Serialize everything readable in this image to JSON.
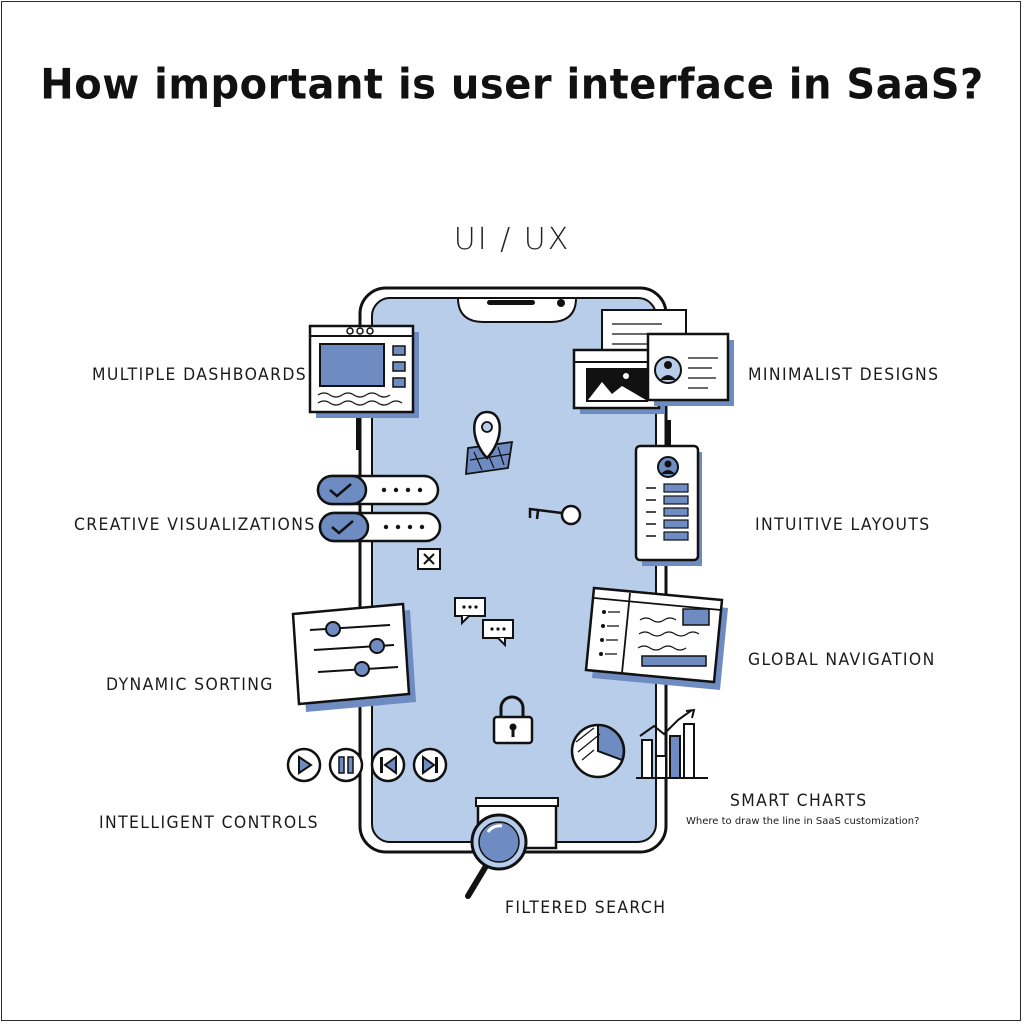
{
  "title": "How important is user interface in SaaS?",
  "subtitle": "UI / UX",
  "labels": {
    "multiple_dashboards": "MULTIPLE DASHBOARDS",
    "creative_visualizations": "CREATIVE VISUALIZATIONS",
    "dynamic_sorting": "DYNAMIC SORTING",
    "intelligent_controls": "INTELLIGENT CONTROLS",
    "minimalist_designs": "MINIMALIST DESIGNS",
    "intuitive_layouts": "INTUITIVE LAYOUTS",
    "global_navigation": "GLOBAL NAVIGATION",
    "smart_charts": "SMART CHARTS",
    "filtered_search": "FILTERED SEARCH"
  },
  "caption": "Where to draw the line in SaaS customization?",
  "colors": {
    "screen_fill": "#b8cdea",
    "accent": "#6f8cc2",
    "ink": "#111111"
  },
  "icons": [
    "phone-icon",
    "dashboard-window-icon",
    "toggle-checklist-icon",
    "close-box-icon",
    "slider-panel-icon",
    "play-icon",
    "pause-icon",
    "previous-icon",
    "next-icon",
    "map-pin-icon",
    "key-icon",
    "chat-bubbles-icon",
    "padlock-icon",
    "image-card-icon",
    "profile-card-icon",
    "contact-card-icon",
    "layout-window-icon",
    "pie-chart-icon",
    "bar-chart-icon",
    "magnifier-icon"
  ]
}
